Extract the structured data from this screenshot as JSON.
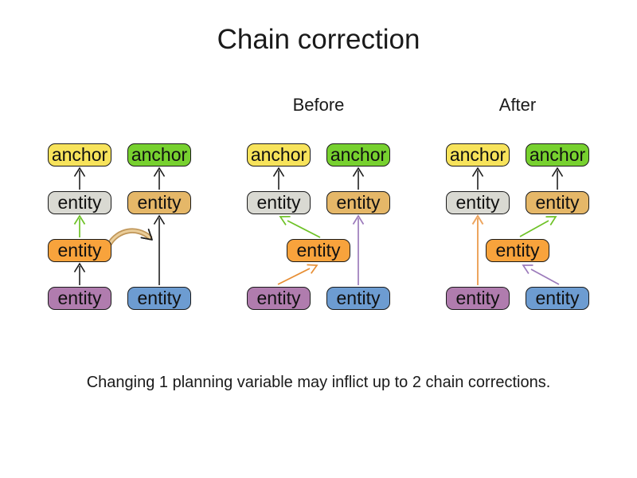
{
  "title": "Chain correction",
  "labels": {
    "before": "Before",
    "after": "After"
  },
  "caption": "Changing 1 planning variable may inflict up to 2 chain corrections.",
  "colors": {
    "anchor_yellow": "#f7e35b",
    "anchor_green": "#77d12f",
    "entity_gray": "#d9d9d2",
    "entity_tan": "#e5b768",
    "entity_orange": "#f8a33c",
    "entity_purple": "#b07cae",
    "entity_blue": "#6d9cd1",
    "box_border": "#1a1a1a",
    "arrow_dark": "#4d4d4d",
    "arrow_head_dark": "#1a1a1a",
    "arrow_green": "#6ec227",
    "arrow_orange": "#e78f35",
    "arrow_orange_light": "#eda55f",
    "arrow_violet": "#9c7bbb",
    "curved_arrow_outline": "#c09659",
    "curved_arrow_fill": "#ebce9a",
    "background": "#ffffff"
  },
  "groups": [
    {
      "id": "initial",
      "nodes": [
        {
          "label": "anchor",
          "color": "yellow"
        },
        {
          "label": "anchor",
          "color": "green"
        },
        {
          "label": "entity",
          "color": "gray"
        },
        {
          "label": "entity",
          "color": "tan"
        },
        {
          "label": "entity",
          "color": "orange"
        },
        {
          "label": "entity",
          "color": "purple"
        },
        {
          "label": "entity",
          "color": "blue"
        }
      ],
      "arrows": [
        {
          "from": "entity-gray",
          "to": "anchor-yellow",
          "color": "dark"
        },
        {
          "from": "entity-orange",
          "to": "entity-gray",
          "color": "green"
        },
        {
          "from": "entity-purple",
          "to": "entity-orange",
          "color": "dark"
        },
        {
          "from": "entity-tan",
          "to": "anchor-green",
          "color": "dark"
        },
        {
          "from": "entity-blue",
          "to": "entity-tan",
          "color": "dark"
        },
        {
          "from": "entity-orange",
          "to": "second-chain",
          "color": "tan",
          "style": "curved-move-indicator"
        }
      ]
    },
    {
      "id": "before",
      "nodes": [
        {
          "label": "anchor",
          "color": "yellow"
        },
        {
          "label": "anchor",
          "color": "green"
        },
        {
          "label": "entity",
          "color": "gray"
        },
        {
          "label": "entity",
          "color": "tan"
        },
        {
          "label": "entity",
          "color": "orange"
        },
        {
          "label": "entity",
          "color": "purple"
        },
        {
          "label": "entity",
          "color": "blue"
        }
      ],
      "arrows": [
        {
          "from": "entity-gray",
          "to": "anchor-yellow",
          "color": "dark"
        },
        {
          "from": "entity-tan",
          "to": "anchor-green",
          "color": "dark"
        },
        {
          "from": "entity-orange",
          "to": "entity-gray",
          "color": "green"
        },
        {
          "from": "entity-purple",
          "to": "entity-orange",
          "color": "orange"
        },
        {
          "from": "entity-blue",
          "to": "entity-tan",
          "color": "violet"
        }
      ]
    },
    {
      "id": "after",
      "nodes": [
        {
          "label": "anchor",
          "color": "yellow"
        },
        {
          "label": "anchor",
          "color": "green"
        },
        {
          "label": "entity",
          "color": "gray"
        },
        {
          "label": "entity",
          "color": "tan"
        },
        {
          "label": "entity",
          "color": "orange"
        },
        {
          "label": "entity",
          "color": "purple"
        },
        {
          "label": "entity",
          "color": "blue"
        }
      ],
      "arrows": [
        {
          "from": "entity-gray",
          "to": "anchor-yellow",
          "color": "dark"
        },
        {
          "from": "entity-tan",
          "to": "anchor-green",
          "color": "dark"
        },
        {
          "from": "entity-purple",
          "to": "entity-gray",
          "color": "orange-light"
        },
        {
          "from": "entity-orange",
          "to": "entity-tan",
          "color": "green"
        },
        {
          "from": "entity-blue",
          "to": "entity-orange",
          "color": "violet"
        }
      ]
    }
  ]
}
